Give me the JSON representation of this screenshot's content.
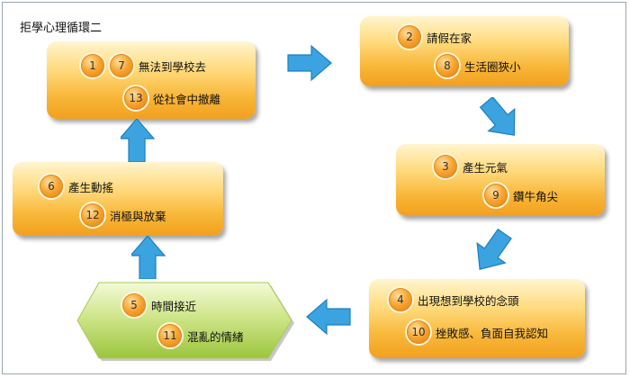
{
  "title": "拒學心理循環二",
  "colors": {
    "box_top": "#fff5cf",
    "box_bottom": "#f2a01f",
    "hex_light": "#f3fad8",
    "hex_dark": "#9cc53e",
    "arrow": "#3aa3e0",
    "badge": "#f7a531"
  },
  "stages": [
    {
      "id": "no-school",
      "items": [
        {
          "nums": [
            "1",
            "7"
          ],
          "label": "無法到學校去"
        },
        {
          "nums": [
            "13"
          ],
          "label": "從社會中撤離"
        }
      ]
    },
    {
      "id": "leave",
      "items": [
        {
          "nums": [
            "2"
          ],
          "label": "請假在家"
        },
        {
          "nums": [
            "8"
          ],
          "label": "生活圈狹小"
        }
      ]
    },
    {
      "id": "energy",
      "items": [
        {
          "nums": [
            "3"
          ],
          "label": "產生元氣"
        },
        {
          "nums": [
            "9"
          ],
          "label": "鑽牛角尖"
        }
      ]
    },
    {
      "id": "thought",
      "items": [
        {
          "nums": [
            "4"
          ],
          "label": "出現想到學校的念頭"
        },
        {
          "nums": [
            "10"
          ],
          "label": "挫敗感、負面自我認知"
        }
      ]
    },
    {
      "id": "time",
      "items": [
        {
          "nums": [
            "5"
          ],
          "label": "時間接近"
        },
        {
          "nums": [
            "11"
          ],
          "label": "混亂的情緒"
        }
      ]
    },
    {
      "id": "shaken",
      "items": [
        {
          "nums": [
            "6"
          ],
          "label": "產生動搖"
        },
        {
          "nums": [
            "12"
          ],
          "label": "消極與放棄"
        }
      ]
    }
  ]
}
